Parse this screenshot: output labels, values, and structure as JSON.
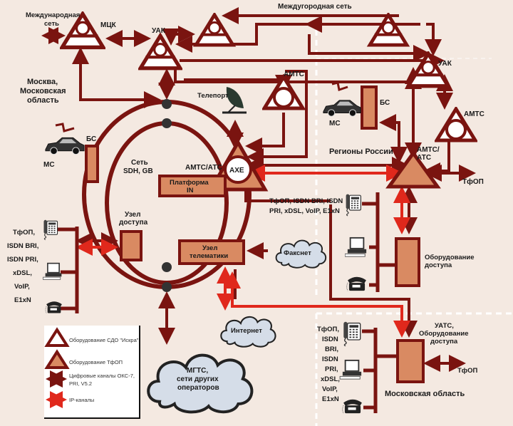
{
  "colors": {
    "background": "#f4e9e1",
    "digital_channel": "#7a1410",
    "ip_channel": "#e0281c",
    "tfop_fill": "#d98a62",
    "cloud_fill": "#d5dde8",
    "node_dark": "#333333"
  },
  "labels": {
    "international_net": [
      "Международная",
      "сеть"
    ],
    "mck": "МЦК",
    "uak_left": "УАК",
    "intercity_net": "Междугородная сеть",
    "uak_right": "УАК",
    "moscow": [
      "Москва,",
      "Московская",
      "область"
    ],
    "teleport": "Телепорт",
    "amts_center": "АМТС",
    "amts_right": "АМТС",
    "bs_left": "БС",
    "ms_left": "МС",
    "bs_right": "БС",
    "ms_right": "МС",
    "ring_net": [
      "Сеть",
      "SDH, GB"
    ],
    "amts_atc": "АМТС/АТС",
    "axe": "AXE",
    "platform_in": [
      "Платформа",
      "IN"
    ],
    "regions": "Регионы России",
    "amts_atc_region": [
      "АМТС/",
      "АТС"
    ],
    "tfop_region": "ТфОП",
    "access_node": [
      "Узел",
      "доступа"
    ],
    "telematics_node": [
      "Узел",
      "телематики"
    ],
    "faxnet": "Факснет",
    "internet": "Интернет",
    "mgts": [
      "МГТС,",
      "сети других",
      "операторов"
    ],
    "access_equipment": [
      "Оборудование",
      "доступа"
    ],
    "center_services": [
      "ТфОП, ISDN BRI,  ISDN",
      "PRI, xDSL,  VoIP, E1xN"
    ],
    "left_services": [
      "ТфОП,",
      "ISDN BRI,",
      "ISDN PRI,",
      "xDSL,",
      "VoIP,",
      "E1xN"
    ],
    "uats": [
      "УАТС,",
      "Оборудование",
      "доступа"
    ],
    "tfop_moscow_obl": "ТфОП",
    "moscow_obl_services": [
      "ТфОП,",
      "ISDN",
      "BRI,",
      "ISDN",
      "PRI,",
      "xDSL,",
      "VoIP,",
      "E1xN"
    ],
    "moscow_obl": "Московская область"
  },
  "legend": {
    "items": [
      {
        "icon": "hollow-triangle-icon",
        "label": "Оборудование СДО \"Искра\""
      },
      {
        "icon": "filled-triangle-icon",
        "label": "Оборудование ТфОП"
      },
      {
        "icon": "dark-double-arrow-icon",
        "label": [
          "Цифровые каналы ОКС-7,",
          "PRI, V5.2"
        ]
      },
      {
        "icon": "red-double-arrow-icon",
        "label": "IP-каналы"
      }
    ]
  }
}
